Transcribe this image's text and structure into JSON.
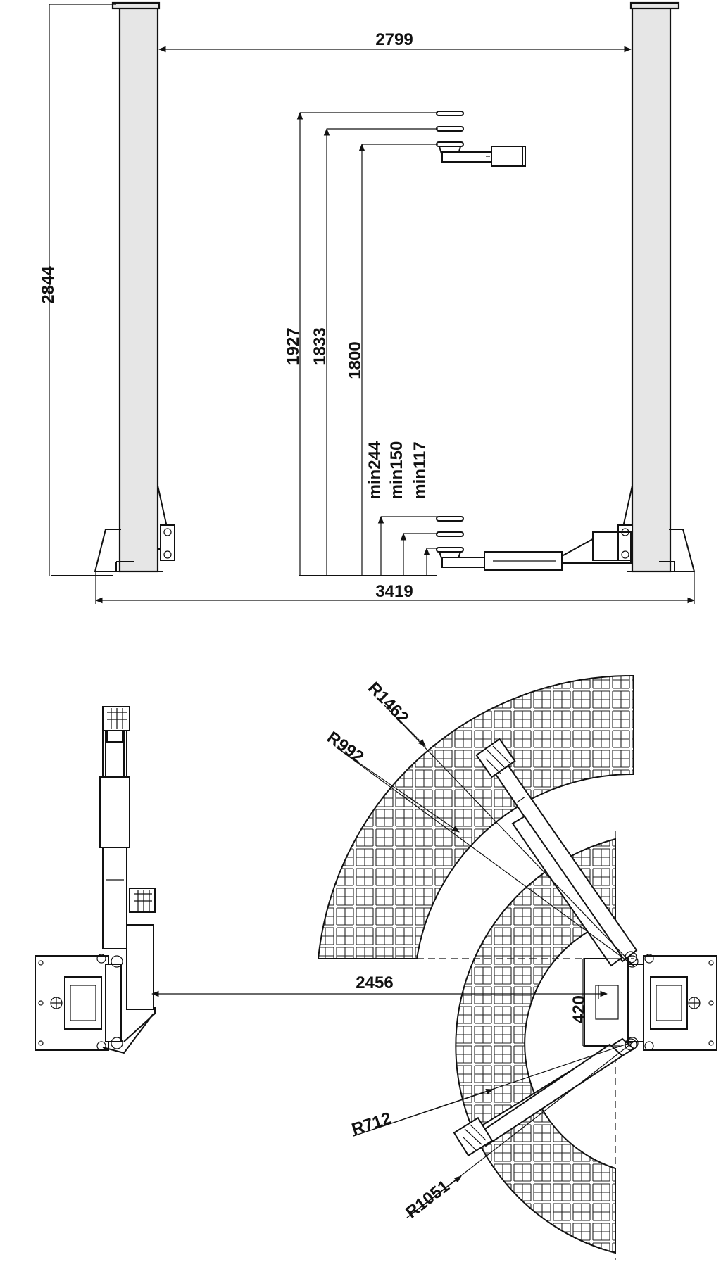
{
  "front_view": {
    "overall_height": "2844",
    "inner_width": "2799",
    "base_width": "3419",
    "max_heights": [
      "1927",
      "1833",
      "1800"
    ],
    "min_heights": [
      "min244",
      "min150",
      "min117"
    ]
  },
  "top_view": {
    "radii": [
      "R1462",
      "R992",
      "R712",
      "R1051"
    ],
    "span": "2456",
    "offset": "420"
  }
}
